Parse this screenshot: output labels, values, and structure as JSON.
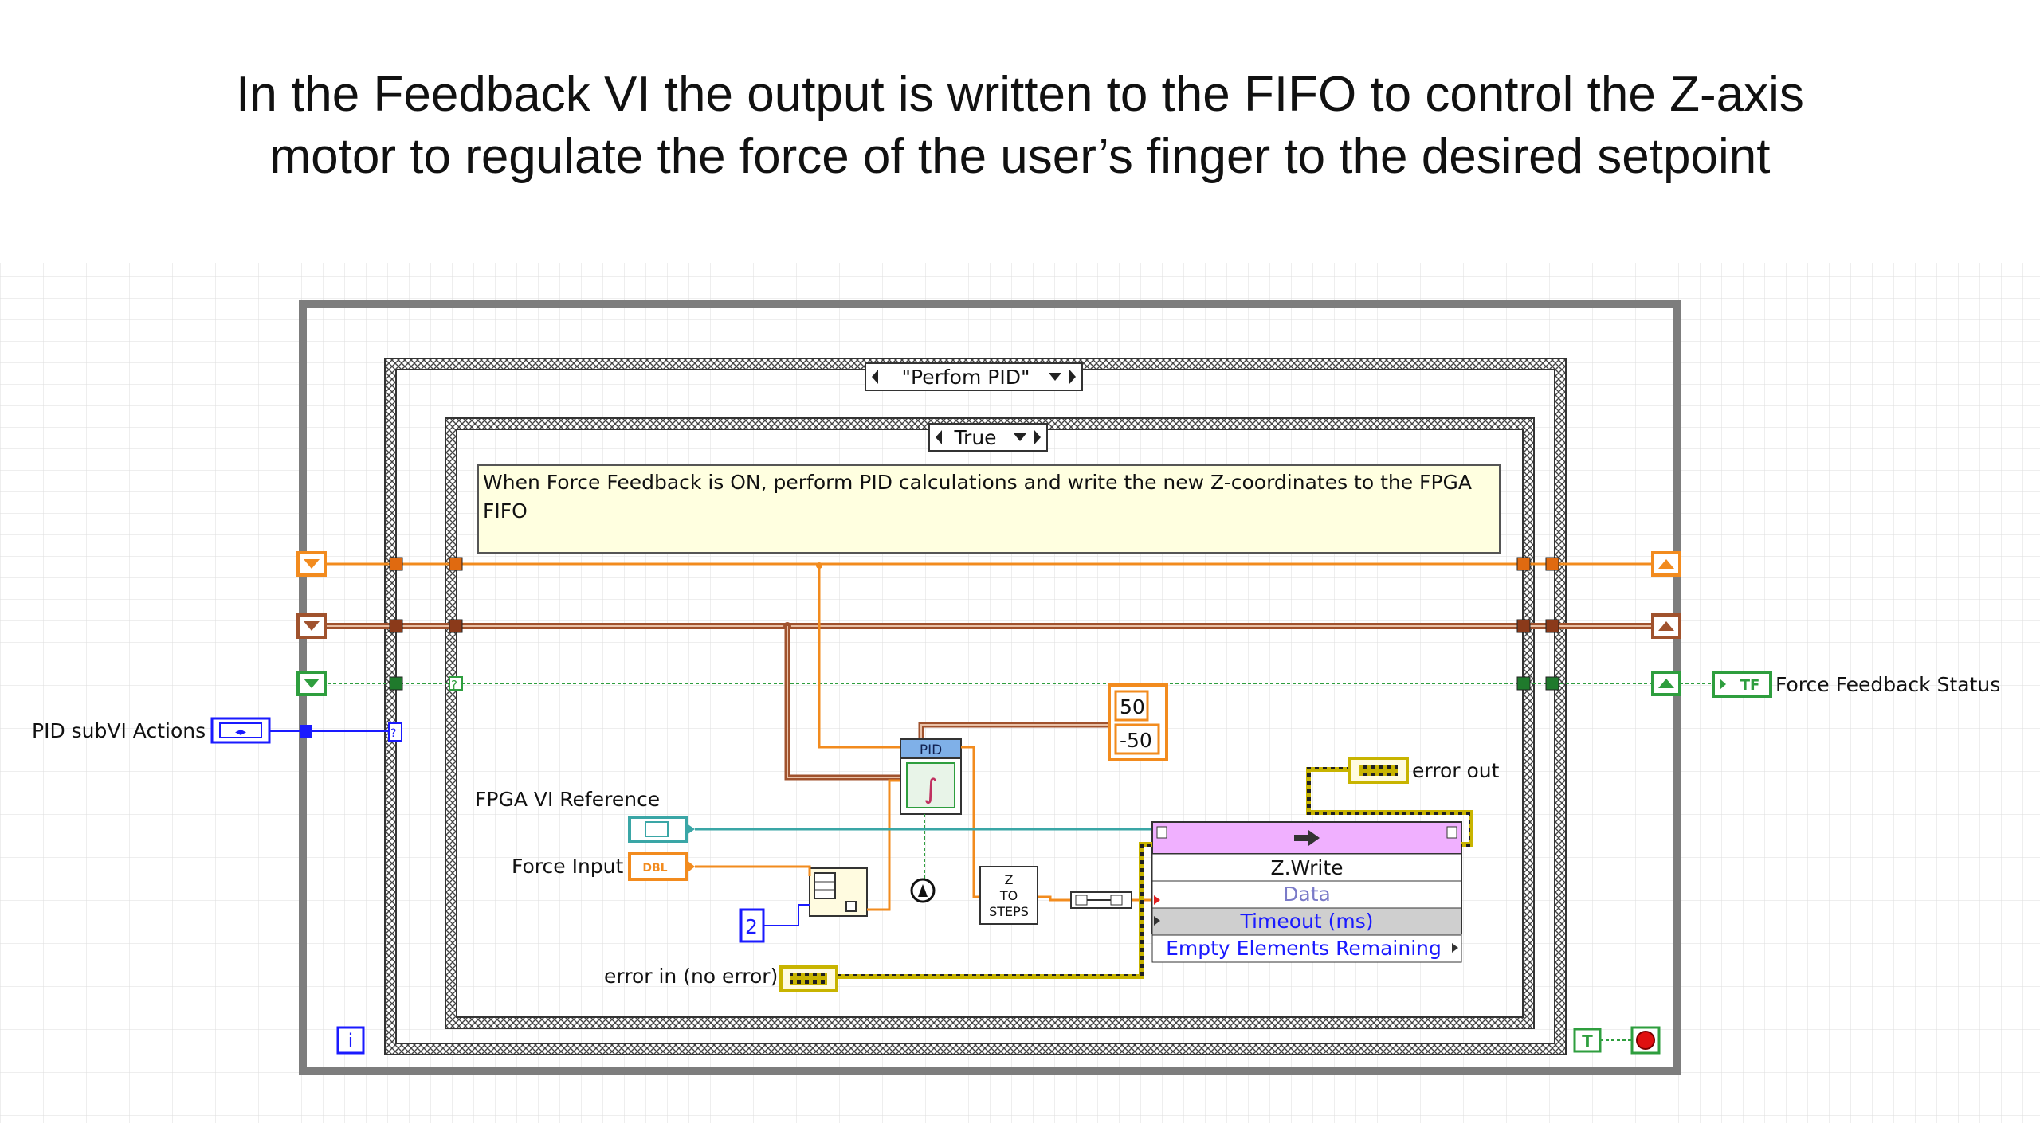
{
  "slide": {
    "title_line1": "In the Feedback VI the output is written to the FIFO to control the Z-axis",
    "title_line2": "motor to regulate the force of the user’s finger to the desired setpoint"
  },
  "diagram": {
    "outer_case_label": "\"Perfom PID\"",
    "inner_case_label": "True",
    "comment_line1": "When Force Feedback is ON, perform PID calculations and write the new Z-coordinates to the FPGA",
    "comment_line2": "FIFO",
    "labels": {
      "pid_subvi_actions": "PID subVI Actions",
      "fpga_vi_reference": "FPGA VI Reference",
      "force_input": "Force Input",
      "error_in": "error in (no error)",
      "error_out": "error out",
      "force_feedback_status": "Force Feedback Status"
    },
    "constants": {
      "limit_high": "50",
      "limit_low": "-50",
      "index_const": "2"
    },
    "pid_block": {
      "label": "PID",
      "glyph": "∫"
    },
    "z_to_steps": {
      "line1": "Z",
      "line2": "TO",
      "line3": "STEPS"
    },
    "fifo_node": {
      "name": "Z.Write",
      "terminals": [
        "Data",
        "Timeout (ms)",
        "Empty Elements Remaining"
      ]
    },
    "terminal_glyphs": {
      "dbl": "DBL",
      "tf": "TF",
      "true_const": "T",
      "iteration": "i",
      "enum_arrows": "◂▸",
      "unknown": "?"
    },
    "colors": {
      "orange_wire": "#f28b1e",
      "brown_wire": "#a0522d",
      "green_wire": "#2e9e3e",
      "blue_wire": "#1a1aff",
      "teal_wire": "#3aa6a6",
      "error_wire": "#c8b400",
      "comment_bg": "#ffffe0",
      "fifo_header": "#f0b0ff"
    }
  }
}
